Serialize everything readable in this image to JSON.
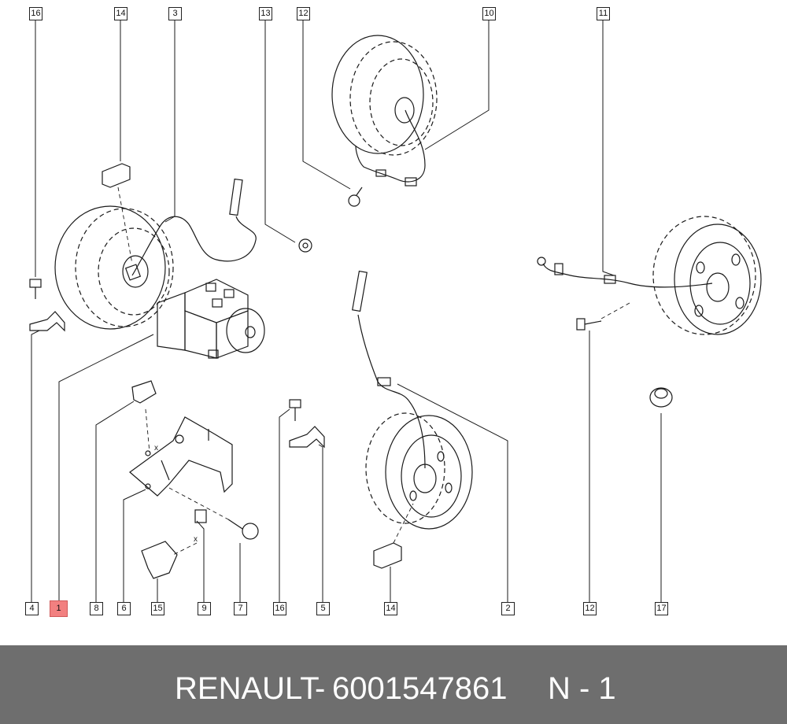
{
  "callouts_top": [
    "16",
    "14",
    "3",
    "13",
    "12",
    "10",
    "11"
  ],
  "callouts_bottom": [
    "4",
    "1",
    "8",
    "6",
    "15",
    "9",
    "7",
    "16",
    "5",
    "14",
    "2",
    "12",
    "17"
  ],
  "highlighted_callout": "1",
  "small_labels": [
    "x",
    "x"
  ],
  "footer": {
    "brand": "RENAULT",
    "separator": "-",
    "part_number": "6001547861",
    "page": "N - 1"
  },
  "colors": {
    "footer_bg": "#6e6e6e",
    "highlight": "#f28080",
    "line": "#1a1a1a"
  }
}
